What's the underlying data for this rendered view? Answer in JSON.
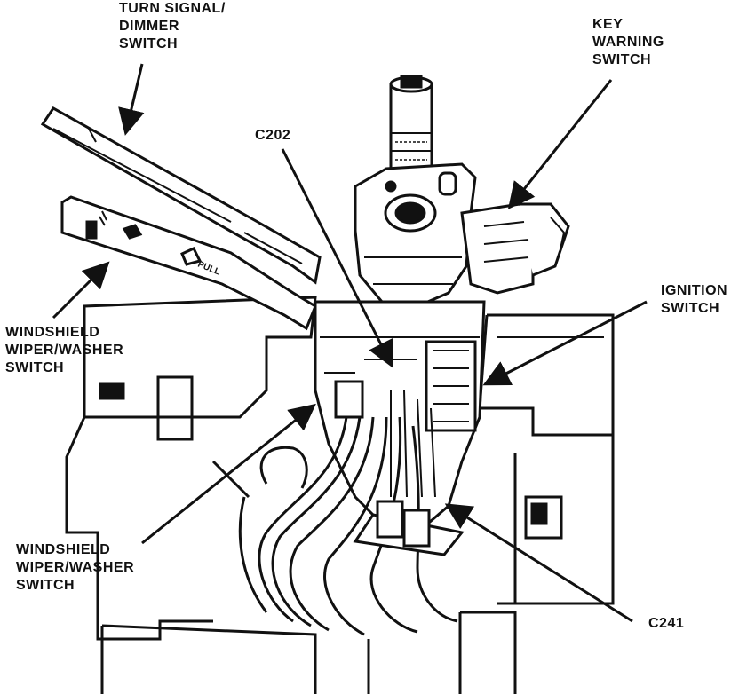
{
  "colors": {
    "ink": "#111111",
    "paper": "#ffffff",
    "grey": "#555555"
  },
  "labels": {
    "turn_signal": [
      "TURN SIGNAL/",
      "DIMMER",
      "SWITCH"
    ],
    "key_warning": [
      "KEY",
      "WARNING",
      "SWITCH"
    ],
    "c202": "C202",
    "ignition": [
      "IGNITION",
      "SWITCH"
    ],
    "wiper_upper": [
      "WINDSHIELD",
      "WIPER/WASHER",
      "SWITCH"
    ],
    "wiper_lower": [
      "WINDSHIELD",
      "WIPER/WASHER",
      "SWITCH"
    ],
    "c241": "C241",
    "wiper_stalk_text": "PULL"
  }
}
